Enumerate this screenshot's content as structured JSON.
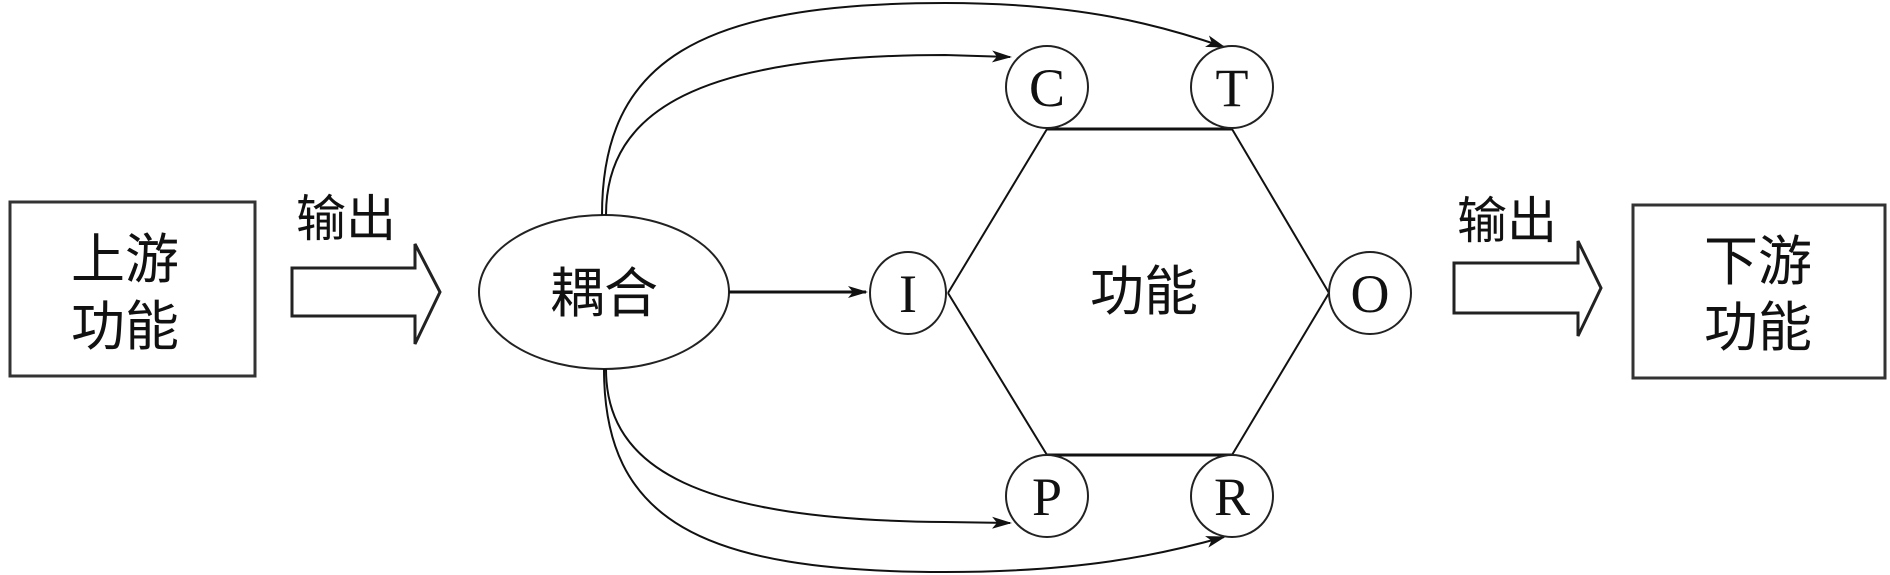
{
  "upstream": {
    "line1": "上游",
    "line2": "功能"
  },
  "downstream": {
    "line1": "下游",
    "line2": "功能"
  },
  "output_left": "输出",
  "output_right": "输出",
  "coupling": "耦合",
  "function": "功能",
  "nodes": {
    "C": "C",
    "T": "T",
    "I": "I",
    "O": "O",
    "P": "P",
    "R": "R"
  }
}
